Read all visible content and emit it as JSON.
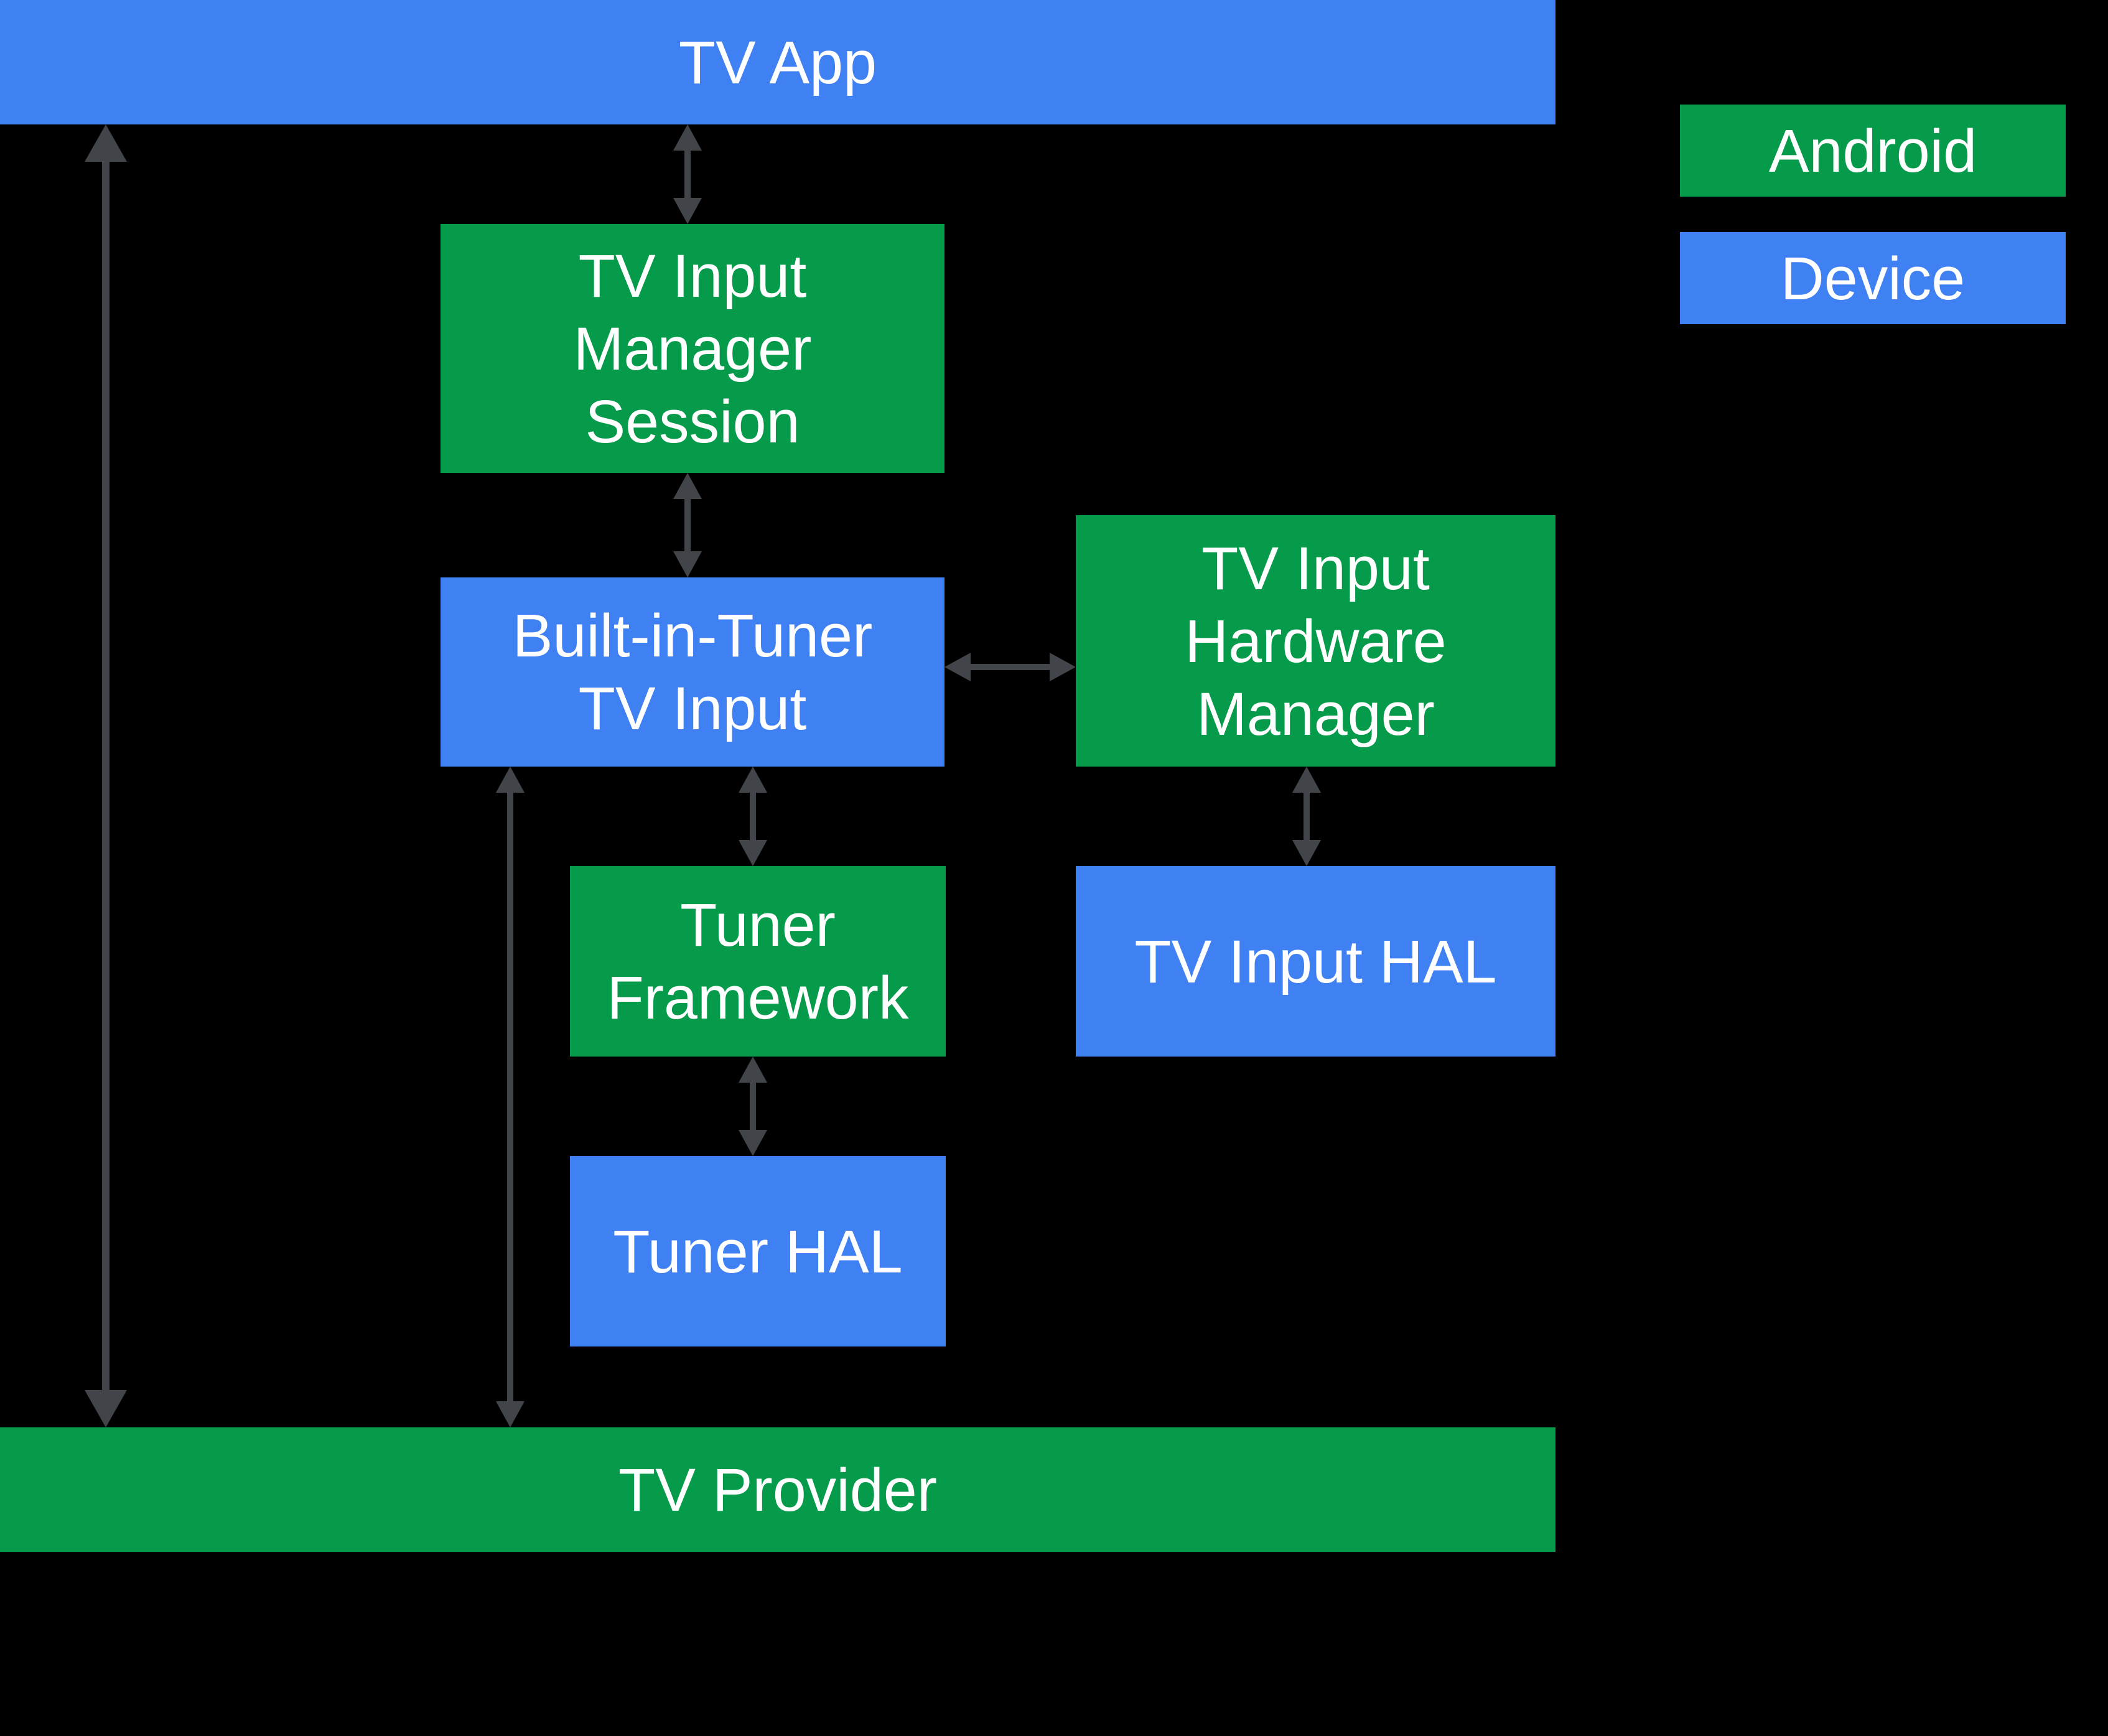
{
  "diagram": {
    "nodes": {
      "tv_app": {
        "label": "TV App",
        "layer": "Device"
      },
      "tv_input_manager_session": {
        "label": "TV Input\nManager\nSession",
        "layer": "Android"
      },
      "built_in_tuner_tv_input": {
        "label": "Built-in-Tuner\nTV Input",
        "layer": "Device"
      },
      "tv_input_hardware_manager": {
        "label": "TV Input\nHardware\nManager",
        "layer": "Android"
      },
      "tuner_framework": {
        "label": "Tuner\nFramework",
        "layer": "Android"
      },
      "tv_input_hal": {
        "label": "TV Input HAL",
        "layer": "Device"
      },
      "tuner_hal": {
        "label": "Tuner HAL",
        "layer": "Device"
      },
      "tv_provider": {
        "label": "TV Provider",
        "layer": "Android"
      }
    },
    "edges": [
      {
        "from": "tv_app",
        "to": "tv_provider",
        "arrow": "double"
      },
      {
        "from": "tv_app",
        "to": "tv_input_manager_session",
        "arrow": "double"
      },
      {
        "from": "tv_input_manager_session",
        "to": "built_in_tuner_tv_input",
        "arrow": "double"
      },
      {
        "from": "built_in_tuner_tv_input",
        "to": "tv_input_hardware_manager",
        "arrow": "double"
      },
      {
        "from": "built_in_tuner_tv_input",
        "to": "tuner_framework",
        "arrow": "double"
      },
      {
        "from": "built_in_tuner_tv_input",
        "to": "tv_provider",
        "arrow": "double"
      },
      {
        "from": "tv_input_hardware_manager",
        "to": "tv_input_hal",
        "arrow": "double"
      },
      {
        "from": "tuner_framework",
        "to": "tuner_hal",
        "arrow": "double"
      }
    ],
    "legend": {
      "android_label": "Android",
      "device_label": "Device"
    },
    "colors": {
      "android_green": "#059B4A",
      "device_blue": "#3F80F3",
      "arrow_gray": "#414549",
      "background": "#000000",
      "label_text": "#FFFFFF"
    }
  }
}
